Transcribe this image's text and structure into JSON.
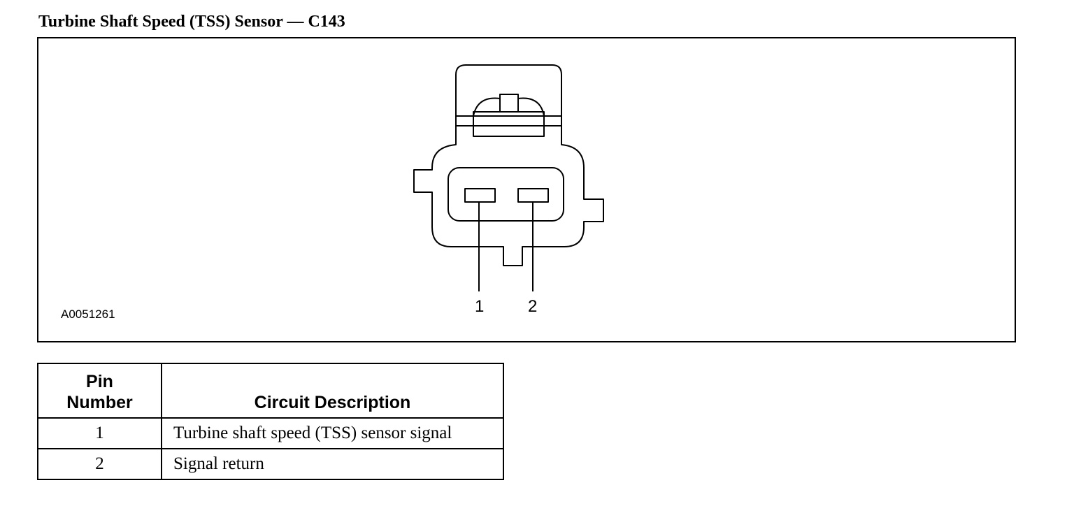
{
  "page": {
    "title": "Turbine Shaft Speed (TSS) Sensor — C143"
  },
  "diagram": {
    "figure_id": "A0051261",
    "pin_labels": [
      "1",
      "2"
    ]
  },
  "pin_table": {
    "headers": {
      "pin_number": "Pin Number",
      "circuit_description": "Circuit Description"
    },
    "rows": [
      {
        "pin": "1",
        "description": "Turbine shaft speed (TSS) sensor signal"
      },
      {
        "pin": "2",
        "description": "Signal return"
      }
    ]
  }
}
